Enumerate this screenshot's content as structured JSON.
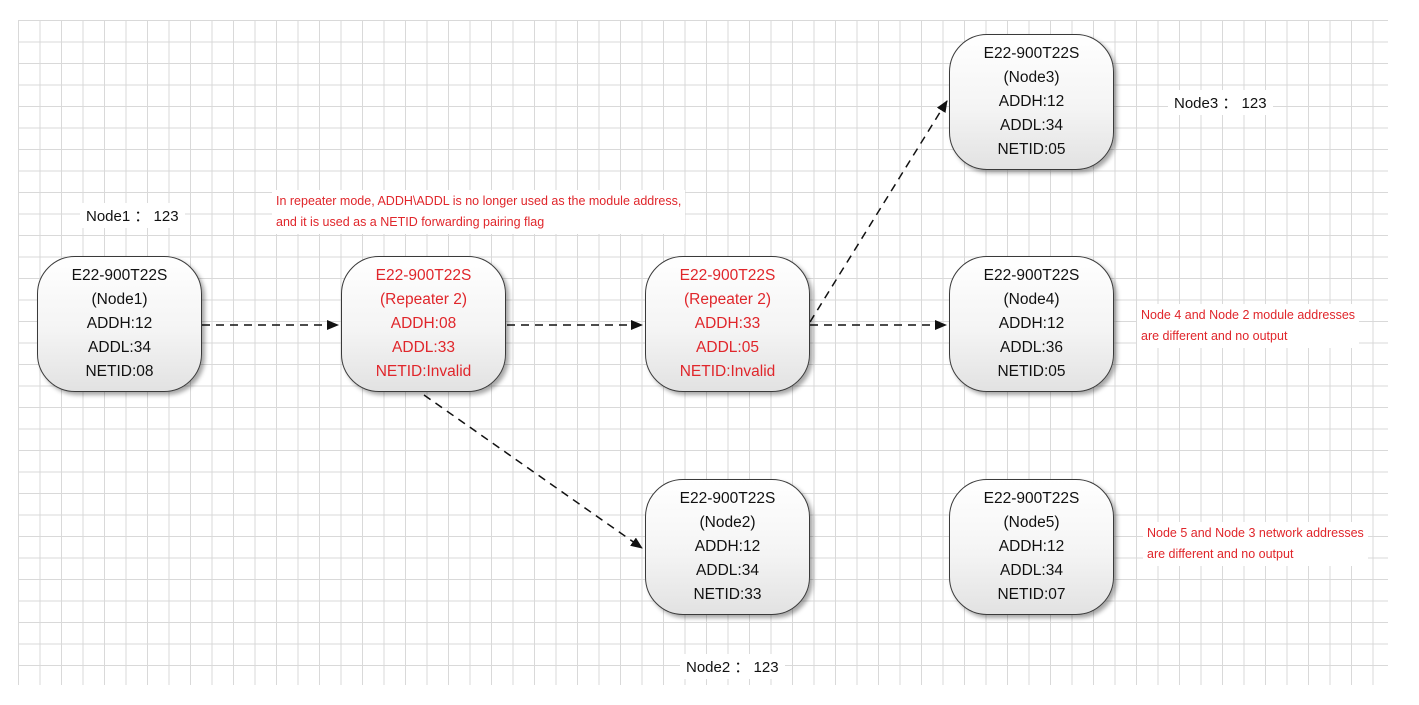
{
  "nodes": {
    "node1": {
      "model": "E22-900T22S",
      "name": "(Node1)",
      "addh": "ADDH:12",
      "addl": "ADDL:34",
      "netid": "NETID:08"
    },
    "repeater_a": {
      "model": "E22-900T22S",
      "name": "(Repeater 2)",
      "addh": "ADDH:08",
      "addl": "ADDL:33",
      "netid_key": "NETID:",
      "netid_val": "Invalid"
    },
    "repeater_b": {
      "model": "E22-900T22S",
      "name": "(Repeater 2)",
      "addh": "ADDH:33",
      "addl": "ADDL:05",
      "netid_key": "NETID:",
      "netid_val": "Invalid"
    },
    "node2": {
      "model": "E22-900T22S",
      "name": "(Node2)",
      "addh": "ADDH:12",
      "addl": "ADDL:34",
      "netid": "NETID:33"
    },
    "node3": {
      "model": "E22-900T22S",
      "name": "(Node3)",
      "addh": "ADDH:12",
      "addl": "ADDL:34",
      "netid": "NETID:05"
    },
    "node4": {
      "model": "E22-900T22S",
      "name": "(Node4)",
      "addh": "ADDH:12",
      "addl": "ADDL:36",
      "netid": "NETID:05"
    },
    "node5": {
      "model": "E22-900T22S",
      "name": "(Node5)",
      "addh": "ADDH:12",
      "addl": "ADDL:34",
      "netid": "NETID:07"
    }
  },
  "labels": {
    "node1_data": "Node1 ： 123",
    "node2_data": "Node2 ： 123",
    "node3_data": "Node3 ： 123"
  },
  "notes": {
    "repeater_line1": "In repeater mode, ADDH\\ADDL is no longer used as the module address,",
    "repeater_line2": "and it is used as a NETID forwarding pairing flag",
    "node4_line1": "Node 4 and Node 2 module addresses",
    "node4_line2": "are different and no output",
    "node5_line1": "Node 5 and Node 3 network addresses",
    "node5_line2": "are different and no output"
  },
  "colors": {
    "highlight": "#e0262b",
    "edge": "#111111",
    "grid": "#d9d9d9"
  }
}
